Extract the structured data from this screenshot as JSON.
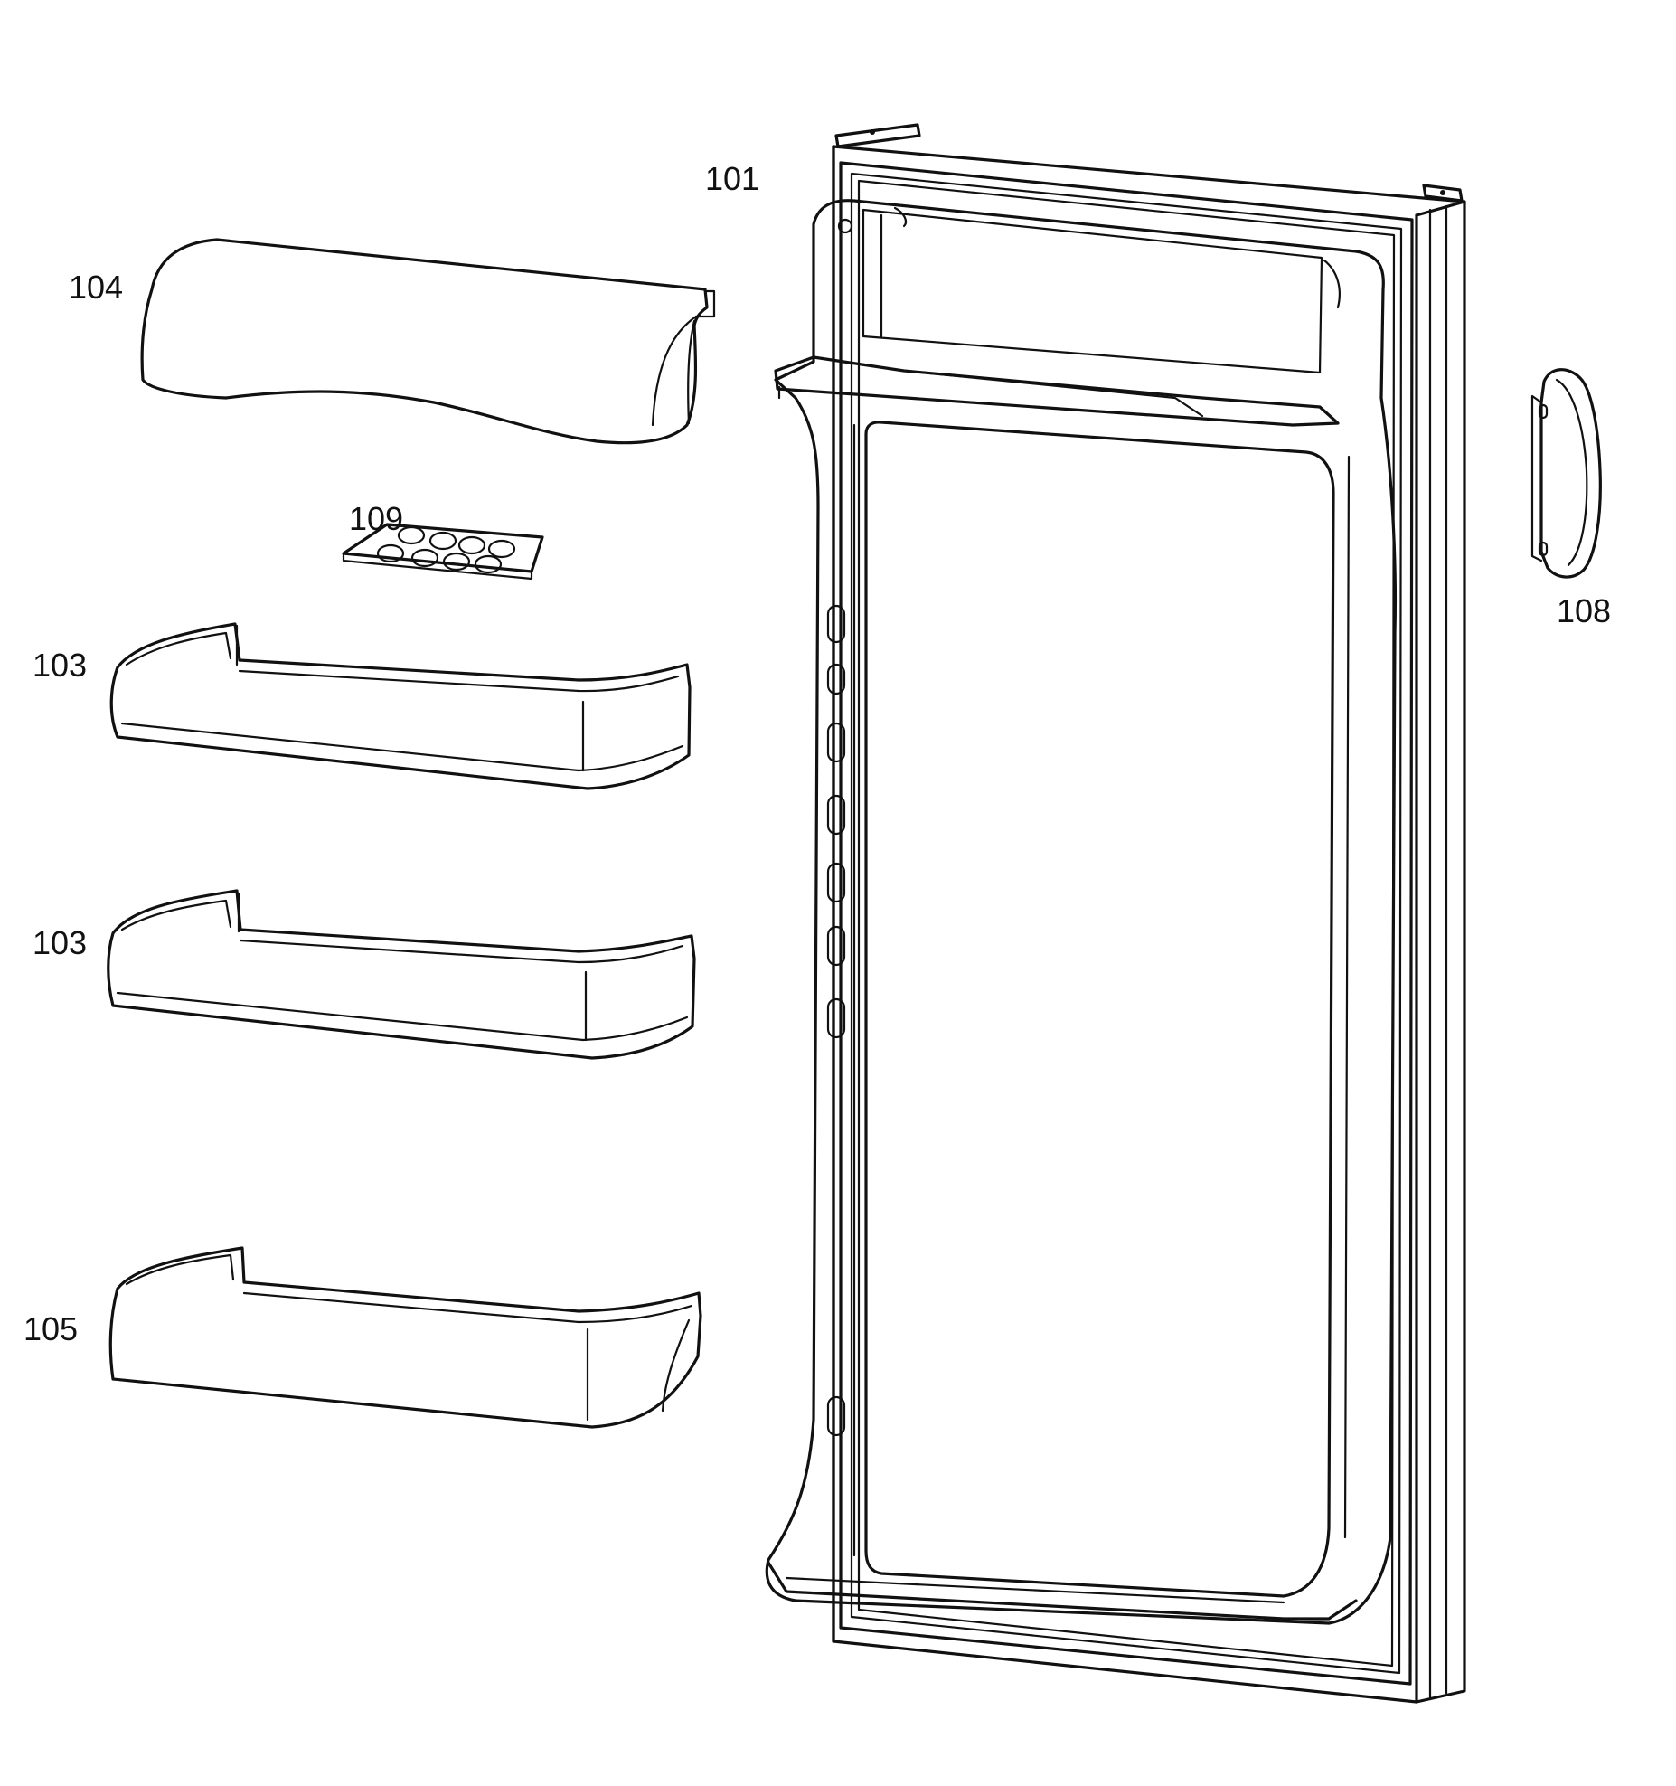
{
  "diagram": {
    "callouts": {
      "door": "101",
      "dairy_cover": "104",
      "egg_tray": "109",
      "door_bin_upper": "103",
      "door_bin_middle": "103",
      "door_bin_lower": "105",
      "handle": "108"
    }
  }
}
